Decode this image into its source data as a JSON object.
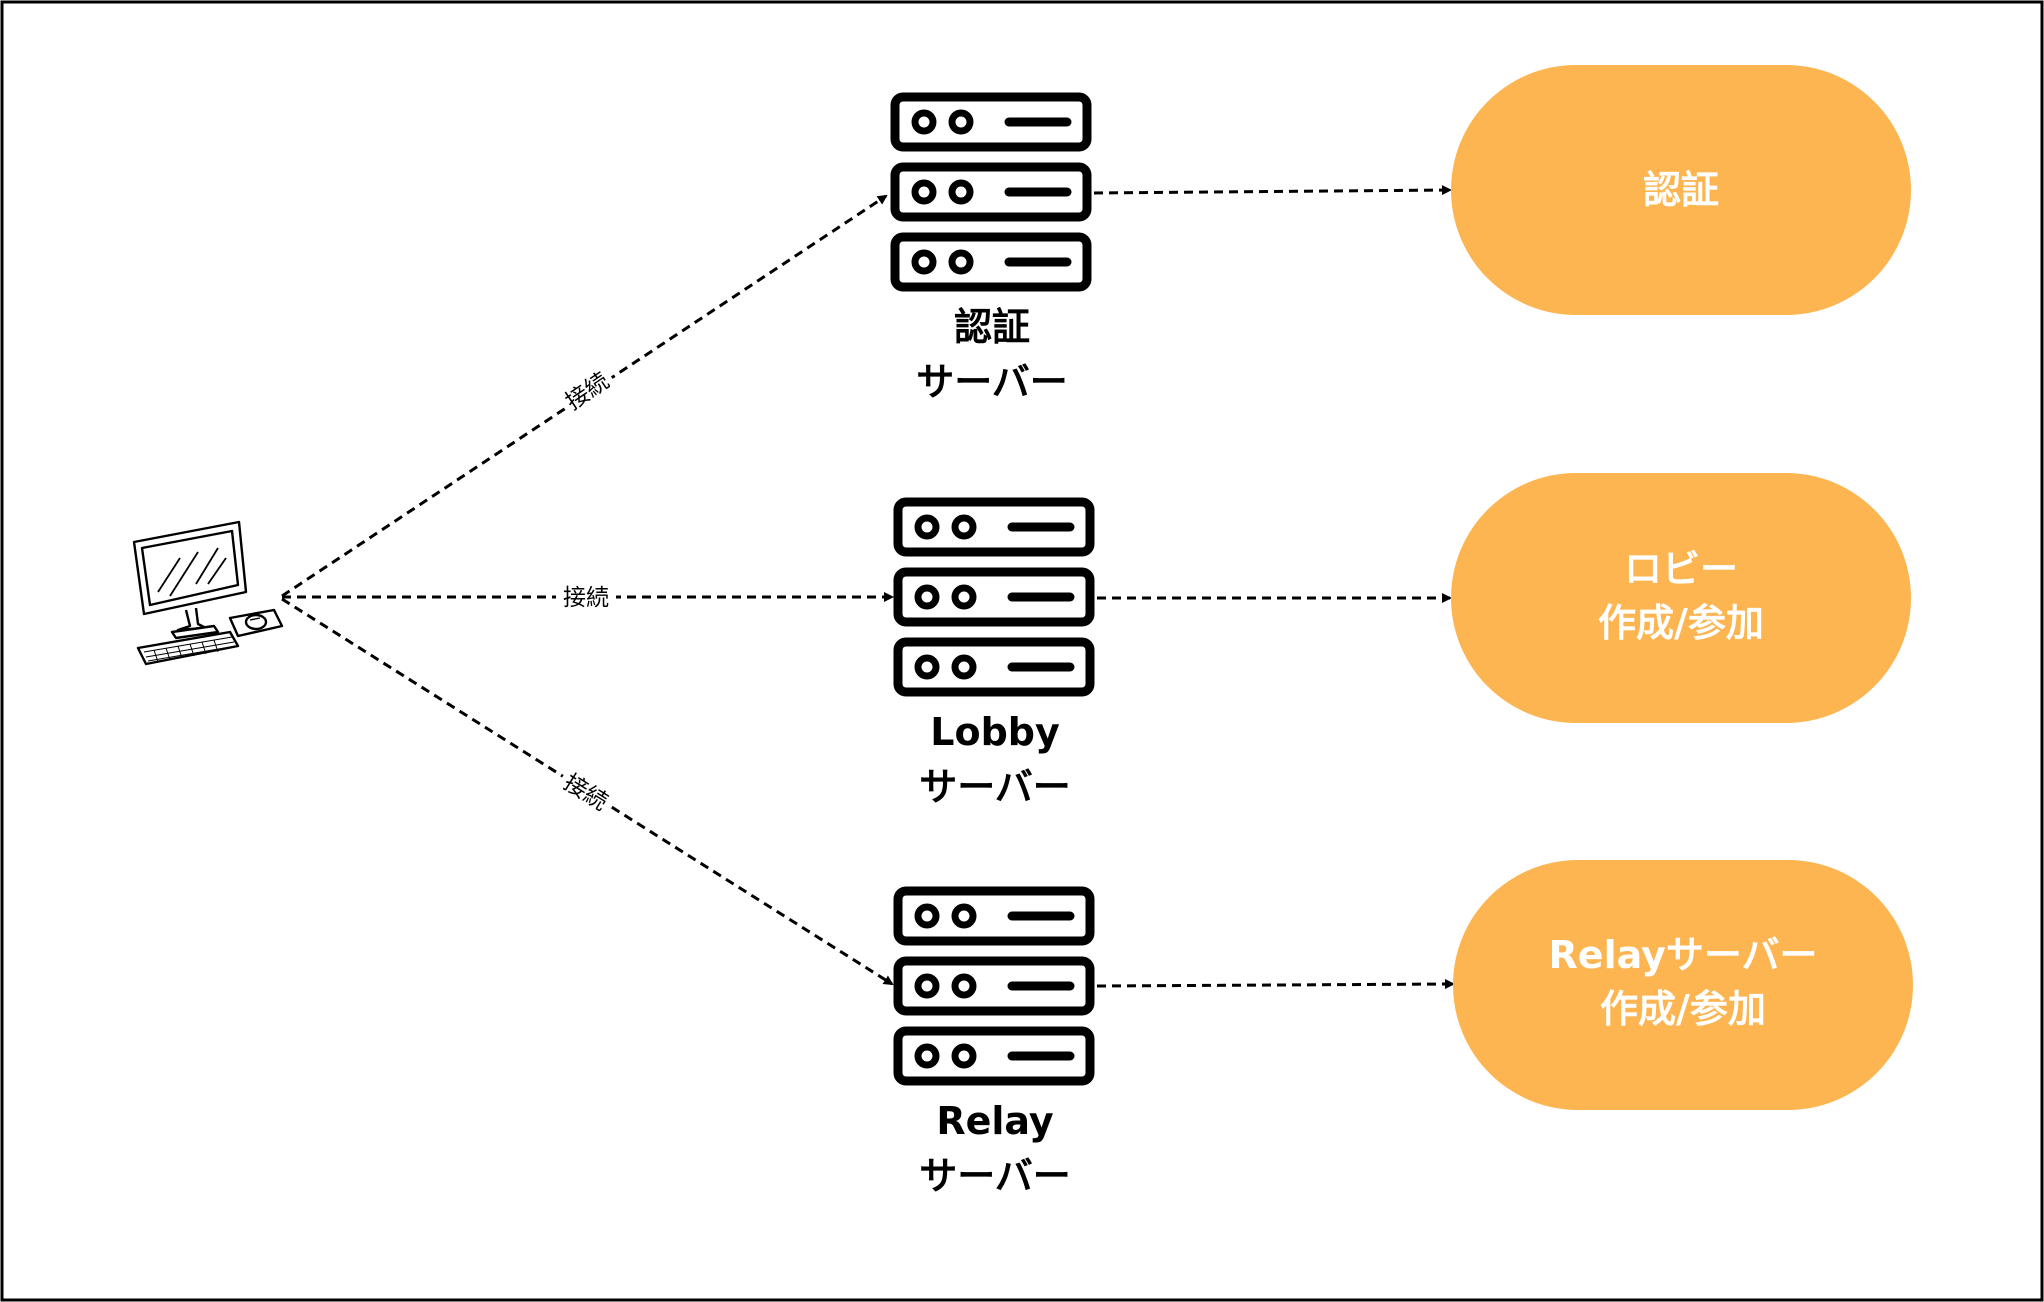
{
  "connections": [
    {
      "label": "接続",
      "target": "auth"
    },
    {
      "label": "接続",
      "target": "lobby"
    },
    {
      "label": "接続",
      "target": "relay"
    }
  ],
  "servers": {
    "auth": {
      "name_line1": "認証",
      "name_line2": "サーバー"
    },
    "lobby": {
      "name_line1": "Lobby",
      "name_line2": "サーバー"
    },
    "relay": {
      "name_line1": "Relay",
      "name_line2": "サーバー"
    }
  },
  "functions": {
    "auth": {
      "line1": "認証"
    },
    "lobby": {
      "line1": "ロビー",
      "line2": "作成/参加"
    },
    "relay": {
      "line1": "Relayサーバー",
      "line2": "作成/参加"
    }
  },
  "colors": {
    "function_fill": "#FDB551",
    "function_text": "#FFFFFF",
    "stroke": "#000000",
    "background": "#FFFFFF"
  },
  "icons": {
    "client": "desktop-computer-icon",
    "server": "server-rack-icon"
  }
}
